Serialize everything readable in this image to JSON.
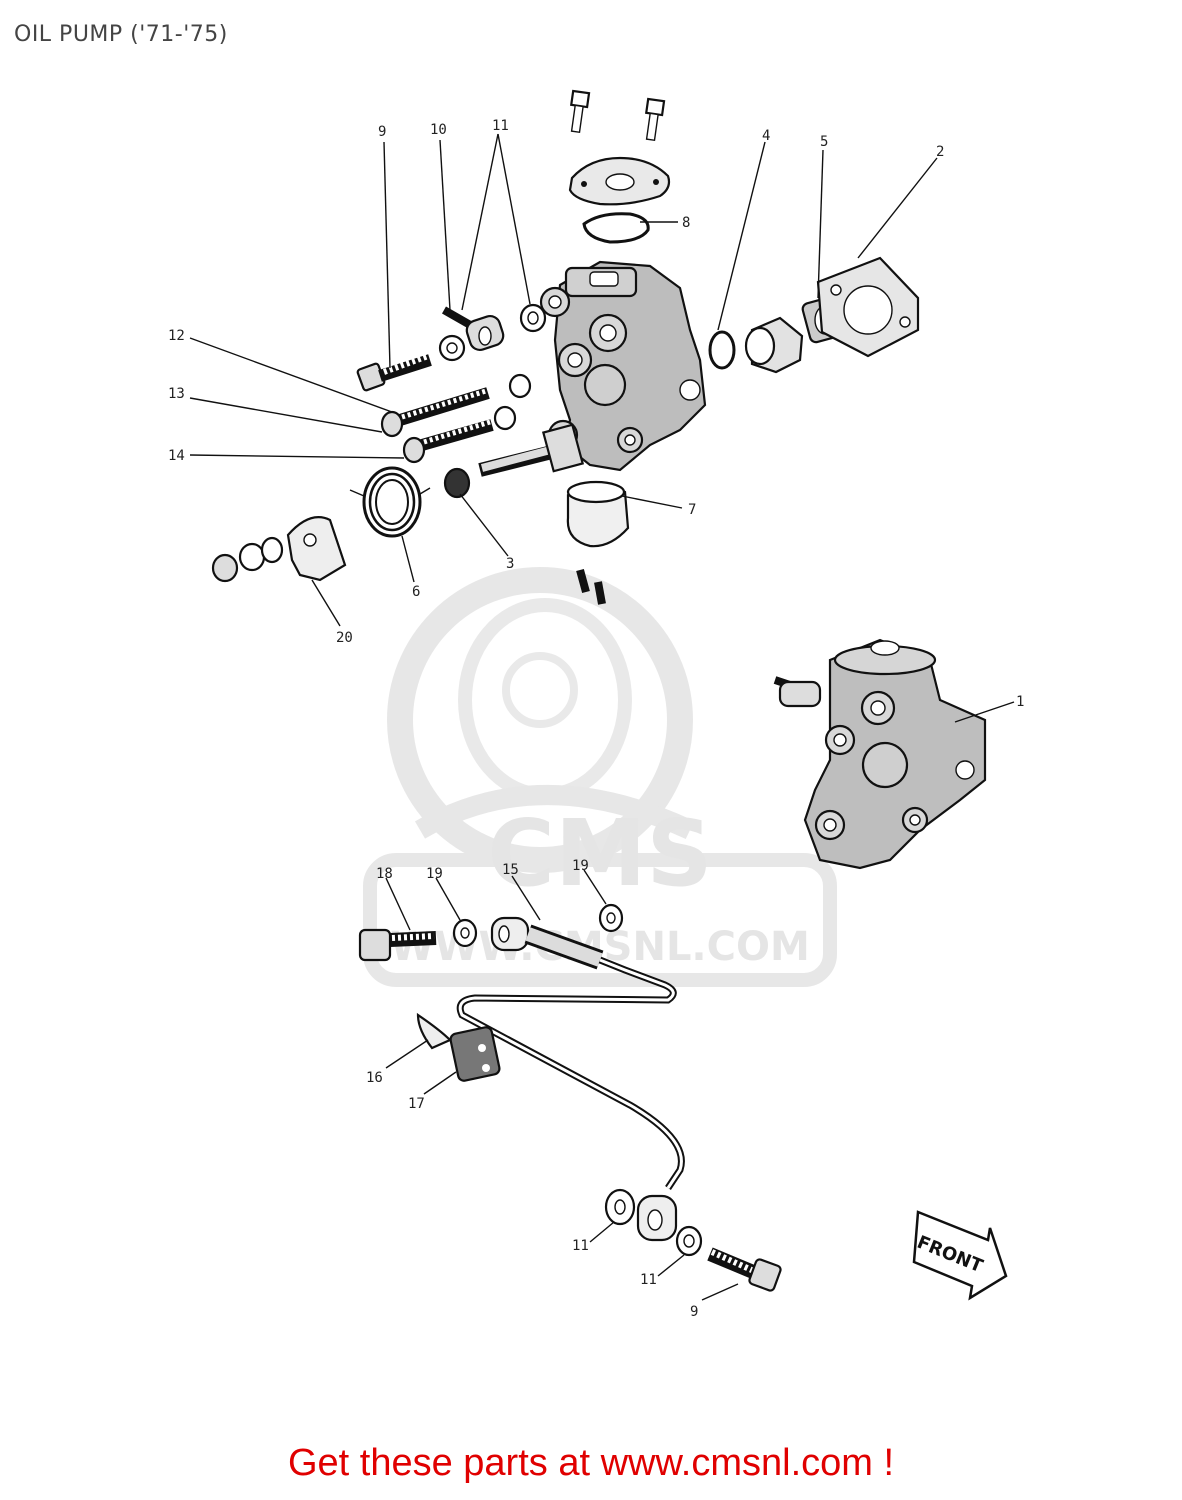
{
  "title": "OIL PUMP ('71-'75)",
  "footer": {
    "text": "Get these parts at www.cmsnl.com !",
    "color": "#e00000"
  },
  "watermark": {
    "text": "CMS",
    "subtext": "WWW.CMSNL.COM",
    "color": "#c8c8c8"
  },
  "front_arrow_label": "FRONT",
  "callouts": [
    "9",
    "10",
    "11",
    "4",
    "5",
    "2",
    "8",
    "12",
    "13",
    "14",
    "3",
    "6",
    "7",
    "20",
    "1",
    "18",
    "19",
    "15",
    "19",
    "16",
    "17",
    "11",
    "11",
    "9"
  ]
}
